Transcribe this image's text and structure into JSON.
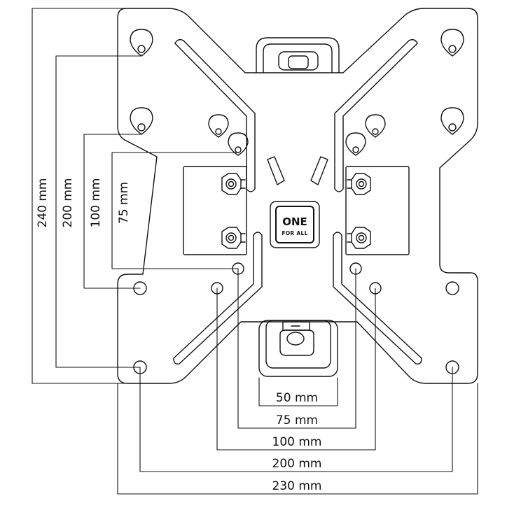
{
  "diagram": {
    "horizontal_dimensions": [
      "50 mm",
      "75 mm",
      "100 mm",
      "200 mm",
      "230 mm"
    ],
    "vertical_dimensions": [
      "240 mm",
      "200 mm",
      "100 mm",
      "75 mm"
    ],
    "logo_text": [
      "ONE",
      "FOR ALL"
    ],
    "colors": {
      "line": "#111111",
      "background": "#ffffff"
    }
  }
}
